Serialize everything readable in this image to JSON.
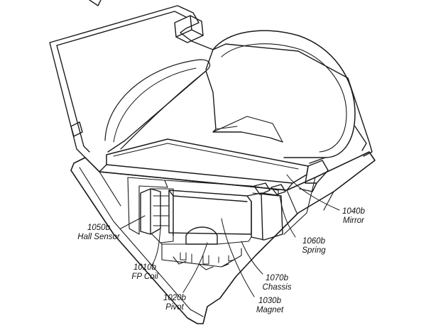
{
  "figure": {
    "callouts": [
      {
        "id": "1050b",
        "name": "Hall Sensor"
      },
      {
        "id": "1010b",
        "name": "FP Coil"
      },
      {
        "id": "1020b",
        "name": "Pivot"
      },
      {
        "id": "1030b",
        "name": "Magnet"
      },
      {
        "id": "1070b",
        "name": "Chassis"
      },
      {
        "id": "1060b",
        "name": "Spring"
      },
      {
        "id": "1040b",
        "name": "Mirror"
      }
    ]
  },
  "colors": {
    "line": "#1a1a1a",
    "background": "#ffffff"
  }
}
